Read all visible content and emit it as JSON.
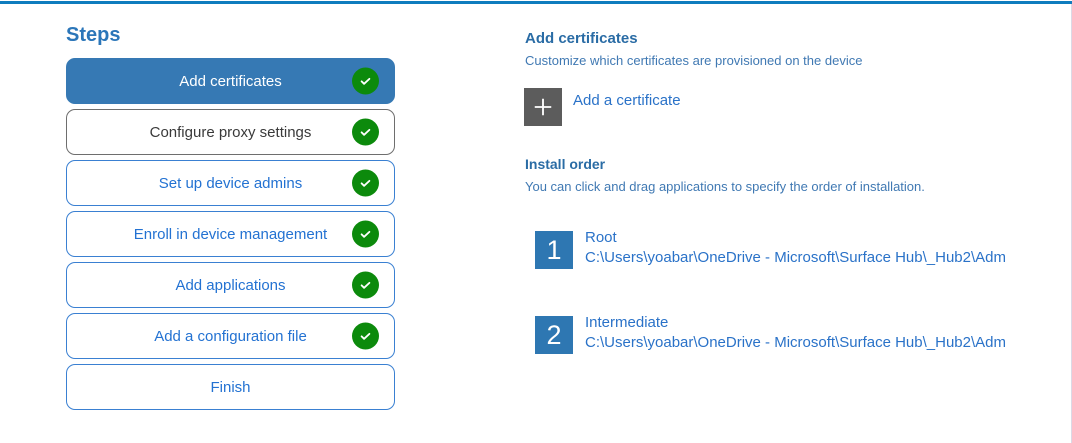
{
  "colors": {
    "accent-line": "#0f7cbe",
    "edge-line": "#dcd9e6",
    "steps-title-blue": "#2b76b9",
    "step-selected-bg": "#3679b4",
    "step-border": "#3a80d2",
    "step-text": "#2372d2",
    "step-visited-border": "#6e6e6e",
    "step-visited-text": "#3a3a3a",
    "check-green": "#0c8a0c",
    "heading-blue": "#2a6ca5",
    "subtitle-blue": "#4079b3",
    "tile-gray": "#5c5c5c",
    "tile-blue": "#2e77b2",
    "link-blue": "#2a72c8"
  },
  "sidebar": {
    "title": "Steps",
    "steps": [
      {
        "label": "Add certificates",
        "state": "selected",
        "checked": true
      },
      {
        "label": "Configure proxy settings",
        "state": "visited",
        "checked": true
      },
      {
        "label": "Set up device admins",
        "state": "normal",
        "checked": true
      },
      {
        "label": "Enroll in device management",
        "state": "normal",
        "checked": true
      },
      {
        "label": "Add applications",
        "state": "normal",
        "checked": true
      },
      {
        "label": "Add a configuration file",
        "state": "normal",
        "checked": true
      },
      {
        "label": "Finish",
        "state": "normal",
        "checked": false
      }
    ]
  },
  "main": {
    "section_title": "Add certificates",
    "section_subtitle": "Customize which certificates are provisioned on the device",
    "add_button": {
      "icon": "plus-icon",
      "label": "Add a certificate"
    },
    "install_order": {
      "title": "Install order",
      "hint": "You can click and drag applications to specify the order of installation.",
      "items": [
        {
          "order": "1",
          "name": "Root",
          "path": "C:\\Users\\yoabar\\OneDrive - Microsoft\\Surface Hub\\_Hub2\\Adm"
        },
        {
          "order": "2",
          "name": "Intermediate",
          "path": "C:\\Users\\yoabar\\OneDrive - Microsoft\\Surface Hub\\_Hub2\\Adm"
        }
      ]
    }
  }
}
